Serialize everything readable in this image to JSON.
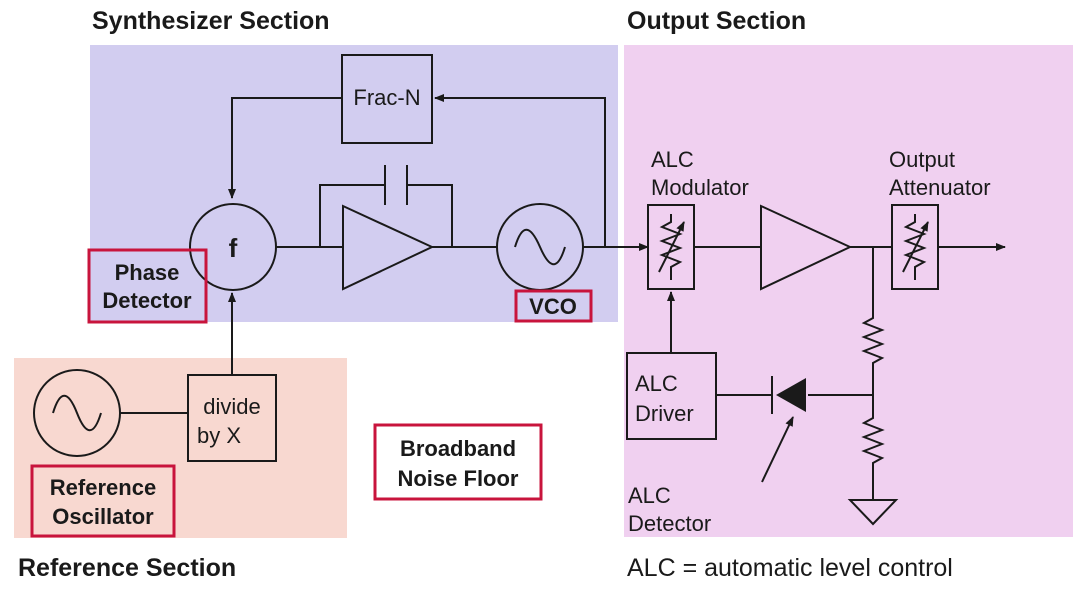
{
  "sections": {
    "synthesizer": "Synthesizer Section",
    "output": "Output Section",
    "reference": "Reference Section"
  },
  "blocks": {
    "frac_n": "Frac-N",
    "phase_detector_symbol": "f",
    "phase_detector_line1": "Phase",
    "phase_detector_line2": "Detector",
    "vco": "VCO",
    "divide_line1": "divide",
    "divide_line2": "by X",
    "ref_osc_line1": "Reference",
    "ref_osc_line2": "Oscillator",
    "noise_line1": "Broadband",
    "noise_line2": "Noise Floor",
    "alc_mod_line1": "ALC",
    "alc_mod_line2": "Modulator",
    "out_att_line1": "Output",
    "out_att_line2": "Attenuator",
    "alc_driver_line1": "ALC",
    "alc_driver_line2": "Driver",
    "alc_detector_line1": "ALC",
    "alc_detector_line2": "Detector"
  },
  "footnote": "ALC = automatic level control",
  "colors": {
    "synth_bg": "#d2cdf0",
    "output_bg": "#f0d0f0",
    "reference_bg": "#f8d8d0",
    "highlight": "#c8143c"
  }
}
